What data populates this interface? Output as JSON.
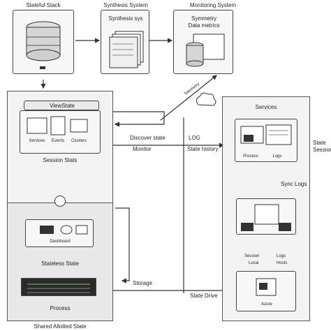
{
  "top_labels": {
    "stateful_stack": "Stateful Stack",
    "system_system": "Synthesis System",
    "monitoring_system": "Monitoring System"
  },
  "top_boxes": {
    "middle_title": "Synthesis sys",
    "right_title_1": "Symmetry",
    "right_title_2": "Data metrics"
  },
  "left_panel": {
    "upper_title": "ViewState",
    "upper_icon_labels": [
      "Services",
      "Events",
      "Clusters"
    ],
    "upper_caption": "Session Stats",
    "lower_inner_caption": "Dashboard",
    "lower_title": "Stateless State",
    "server_caption": "Process",
    "bottom_caption": "Shared Allotted State"
  },
  "middle": {
    "label_top": "Discover state",
    "label_bottom": "Monitor",
    "label_log": "LOG",
    "label_stash": "State history",
    "label_storage": "Storage",
    "label_bottom_right": "State Drive",
    "arrow_label": "Telemetry"
  },
  "right_panel": {
    "title": "Services",
    "side_label": "State Session",
    "top_icon_labels": [
      "Process",
      "Logs"
    ],
    "mid_label": "Sync Logs",
    "mid_icon_labels": [
      "Session",
      "Logs",
      "Local",
      "Hosts"
    ],
    "bottom_caption": "Azure"
  }
}
